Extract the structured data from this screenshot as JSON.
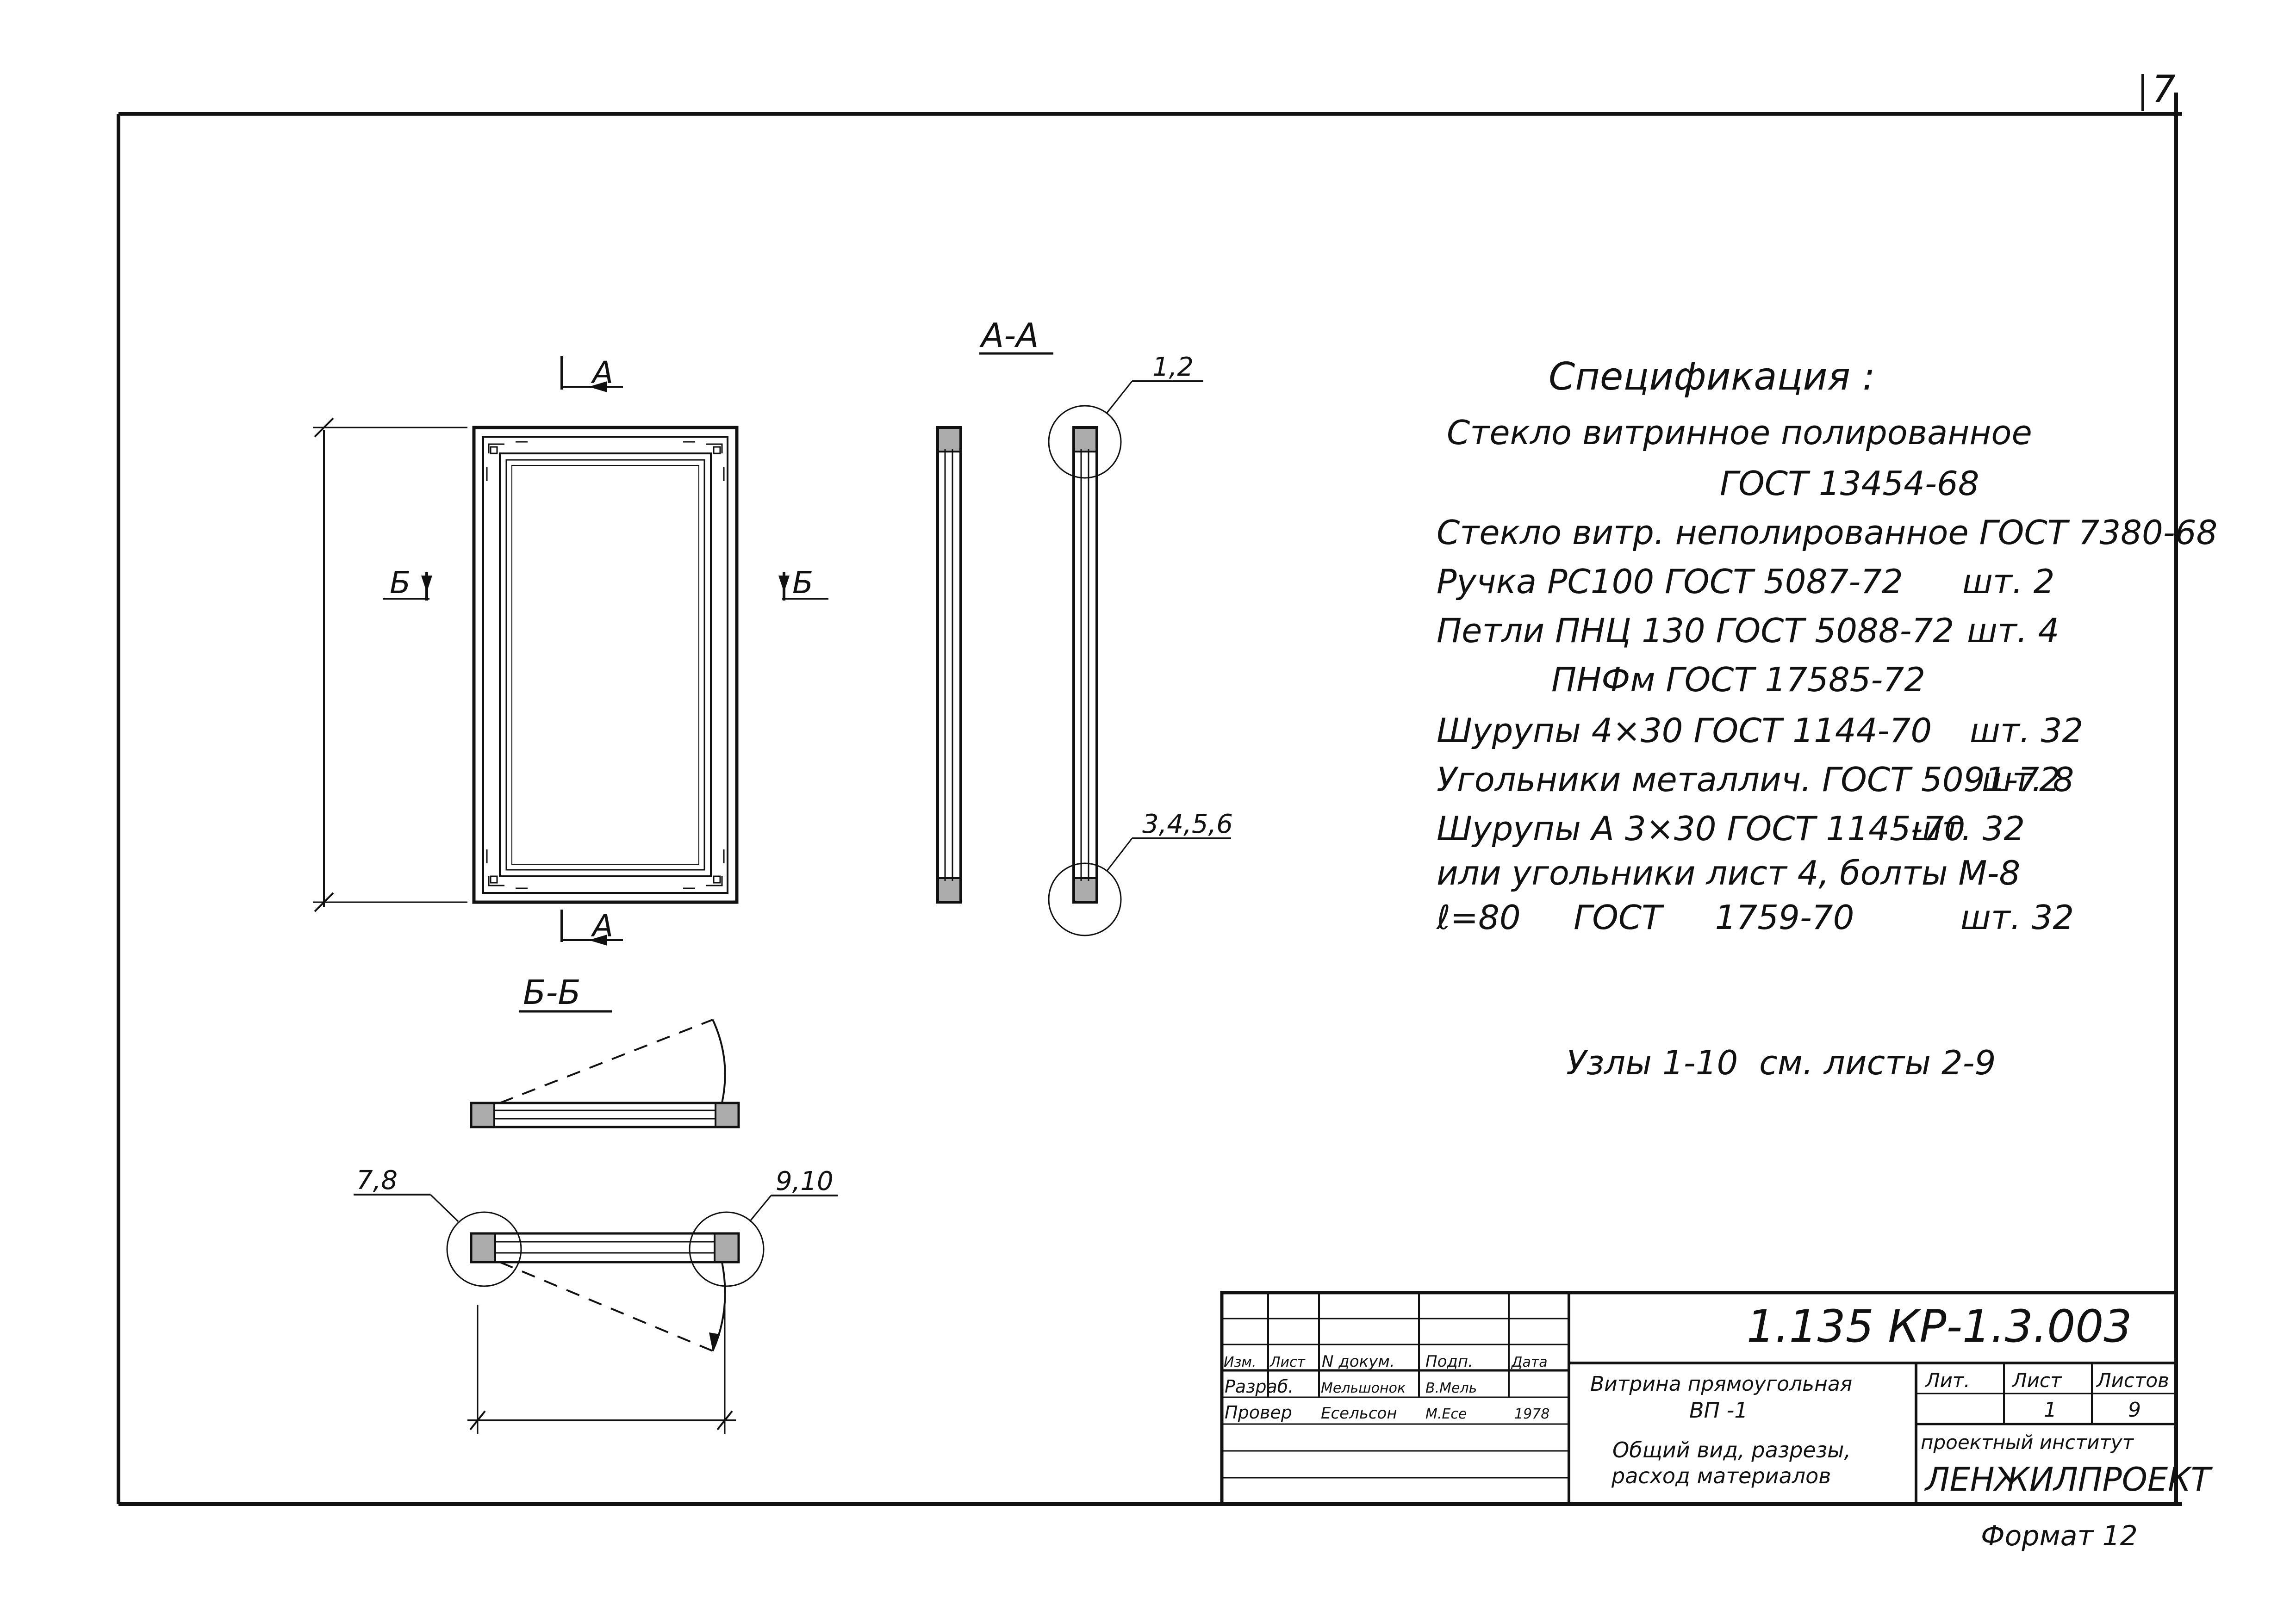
{
  "sheet_corner": "7",
  "format_label": "Формат 12",
  "views": {
    "section_aa_title": "А-А",
    "section_bb_title": "Б-Б",
    "cut_a": "А",
    "cut_b": "Б",
    "callouts": {
      "c_1_2": "1,2",
      "c_3_6": "3,4,5,6",
      "c_7_8": "7,8",
      "c_9_10": "9,10"
    }
  },
  "spec": {
    "title": "Спецификация :",
    "lines": [
      "Стекло витринное полированное",
      "ГОСТ 13454-68",
      "Стекло витр. неполированное ГОСТ 7380-68",
      "Ручка РС100 ГОСТ 5087-72",
      "Петли ПНЦ 130 ГОСТ 5088-72",
      "ПНФм ГОСТ 17585-72",
      "Шурупы 4×30 ГОСТ 1144-70",
      "Угольники металлич. ГОСТ 5091-72",
      "Шурупы А 3×30 ГОСТ 1145-70",
      "или угольники лист 4, болты М-8",
      "ℓ=80     ГОСТ     1759-70"
    ],
    "qty": {
      "handle": "шт. 2",
      "hinges": "шт. 4",
      "screws1": "шт. 32",
      "angles": "шт. 8",
      "screws2": "шт. 32",
      "bolts": "шт. 32"
    },
    "nodes_note": "Узлы 1-10  см. листы 2-9"
  },
  "title_block": {
    "doc_number": "1.135 КР-1.3.003",
    "headers": {
      "izm": "Изм.",
      "list": "Лист",
      "ndok": "N докум.",
      "podp": "Подп.",
      "data": "Дата"
    },
    "rows": [
      {
        "role": "Разраб.",
        "name": "Мельшонок",
        "signature": "В.Мель"
      },
      {
        "role": "Провер",
        "name": "Есельсон",
        "signature": "М.Есе",
        "date": "1978"
      }
    ],
    "description": {
      "line1": "Витрина прямоугольная",
      "line2": "ВП -1",
      "line3": "Общий вид, разрезы,",
      "line4": "расход материалов"
    },
    "lit_label": "Лит.",
    "sheet_label": "Лист",
    "sheets_label": "Листов",
    "sheet_value": "1",
    "sheets_value": "9",
    "org_caption": "проектный институт",
    "org_name": "ЛЕНЖИЛПРОЕКТ"
  }
}
